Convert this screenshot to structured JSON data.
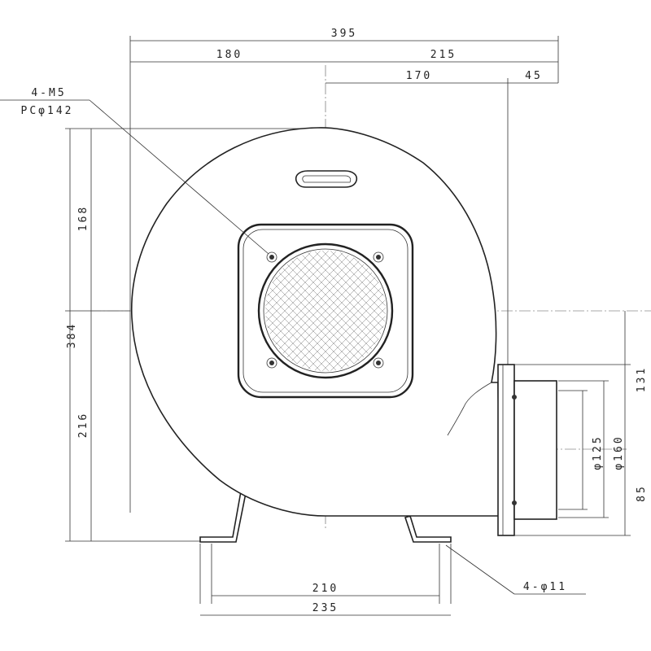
{
  "dimensions": {
    "overall_width": "395",
    "left_width": "180",
    "right_width": "215",
    "outlet_offset": "170",
    "outlet_depth": "45",
    "top_height": "168",
    "overall_height": "384",
    "bottom_height": "216",
    "outlet_top": "131",
    "outlet_bottom": "85",
    "inner_diameter": "φ125",
    "outer_diameter": "φ160",
    "foot_inner": "210",
    "foot_outer": "235"
  },
  "callouts": {
    "inlet_bolts": "4-M5",
    "inlet_pcd": "PCφ142",
    "foot_holes": "4-φ11"
  }
}
